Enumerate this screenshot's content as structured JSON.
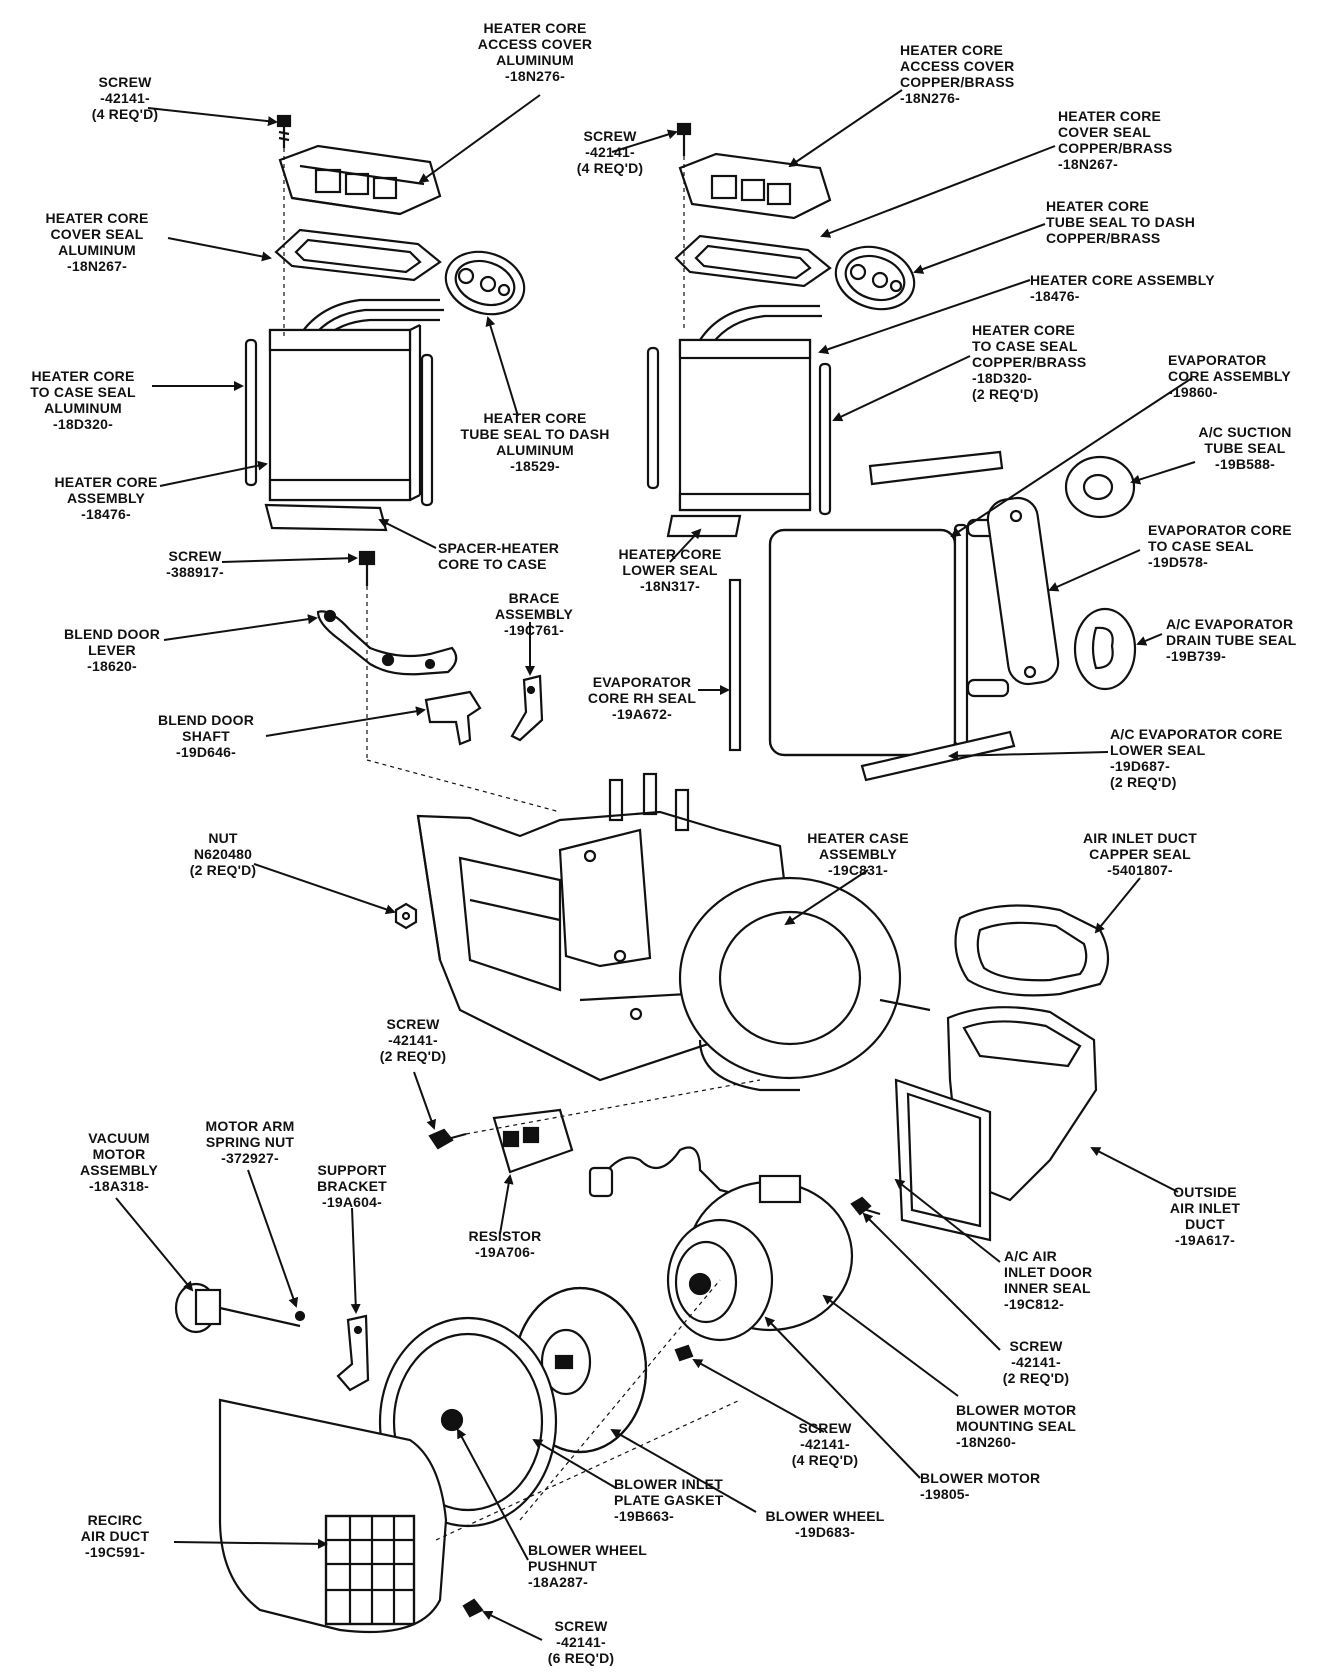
{
  "labels": {
    "screw_top_left": "SCREW\n-42141-\n(4 REQ'D)",
    "cover_aluminum": "HEATER CORE\nACCESS COVER\nALUMINUM\n-18N276-",
    "screw_top_mid": "SCREW\n-42141-\n(4 REQ'D)",
    "cover_copper": "HEATER CORE\nACCESS COVER\nCOPPER/BRASS\n-18N276-",
    "cover_seal_copper": "HEATER CORE\nCOVER SEAL\nCOPPER/BRASS\n-18N267-",
    "cover_seal_aluminum": "HEATER CORE\nCOVER SEAL\nALUMINUM\n-18N267-",
    "tube_seal_copper": "HEATER CORE\nTUBE SEAL TO DASH\nCOPPER/BRASS",
    "core_assembly_right": "HEATER CORE ASSEMBLY\n-18476-",
    "case_seal_aluminum": "HEATER CORE\nTO CASE SEAL\nALUMINUM\n-18D320-",
    "tube_seal_aluminum": "HEATER CORE\nTUBE SEAL TO DASH\nALUMINUM\n-18529-",
    "case_seal_copper": "HEATER CORE\nTO CASE SEAL\nCOPPER/BRASS\n-18D320-\n(2 REQ'D)",
    "evaporator_core_assembly": "EVAPORATOR\nCORE ASSEMBLY\n-19860-",
    "core_assembly_left": "HEATER CORE\nASSEMBLY\n-18476-",
    "suction_tube_seal": "A/C SUCTION\nTUBE SEAL\n-19B588-",
    "spacer": "SPACER-HEATER\nCORE TO CASE",
    "screw_388917": "SCREW\n-388917-",
    "lower_seal": "HEATER CORE\nLOWER SEAL\n-18N317-",
    "evap_case_seal": "EVAPORATOR CORE\nTO CASE SEAL\n-19D578-",
    "brace_assembly": "BRACE\nASSEMBLY\n-19C761-",
    "blend_door_lever": "BLEND DOOR\nLEVER\n-18620-",
    "drain_tube_seal": "A/C EVAPORATOR\nDRAIN TUBE SEAL\n-19B739-",
    "evap_rh_seal": "EVAPORATOR\nCORE RH SEAL\n-19A672-",
    "blend_door_shaft": "BLEND DOOR\nSHAFT\n-19D646-",
    "evap_lower_seal": "A/C EVAPORATOR CORE\nLOWER SEAL\n-19D687-\n(2 REQ'D)",
    "nut": "NUT\nN620480\n(2 REQ'D)",
    "heater_case_assembly": "HEATER CASE\nASSEMBLY\n-19C831-",
    "duct_capper_seal": "AIR INLET DUCT\nCAPPER SEAL\n-5401807-",
    "screw_mid_left": "SCREW\n-42141-\n(2 REQ'D)",
    "vacuum_motor": "VACUUM\nMOTOR\nASSEMBLY\n-18A318-",
    "motor_arm_nut": "MOTOR ARM\nSPRING NUT\n-372927-",
    "support_bracket": "SUPPORT\nBRACKET\n-19A604-",
    "outside_air_duct": "OUTSIDE\nAIR INLET\nDUCT\n-19A617-",
    "resistor": "RESISTOR\n-19A706-",
    "inlet_door_seal": "A/C AIR\nINLET DOOR\nINNER SEAL\n-19C812-",
    "screw_right": "SCREW\n-42141-\n(2 REQ'D)",
    "blower_mounting_seal": "BLOWER MOTOR\nMOUNTING SEAL\n-18N260-",
    "screw_blower": "SCREW\n-42141-\n(4 REQ'D)",
    "blower_motor": "BLOWER MOTOR\n-19805-",
    "inlet_plate_gasket": "BLOWER INLET\nPLATE GASKET\n-19B663-",
    "blower_wheel": "BLOWER WHEEL\n-19D683-",
    "recirc_air_duct": "RECIRC\nAIR DUCT\n-19C591-",
    "wheel_pushnut": "BLOWER WHEEL\nPUSHNUT\n-18A287-",
    "screw_bottom": "SCREW\n-42141-\n(6 REQ'D)"
  }
}
